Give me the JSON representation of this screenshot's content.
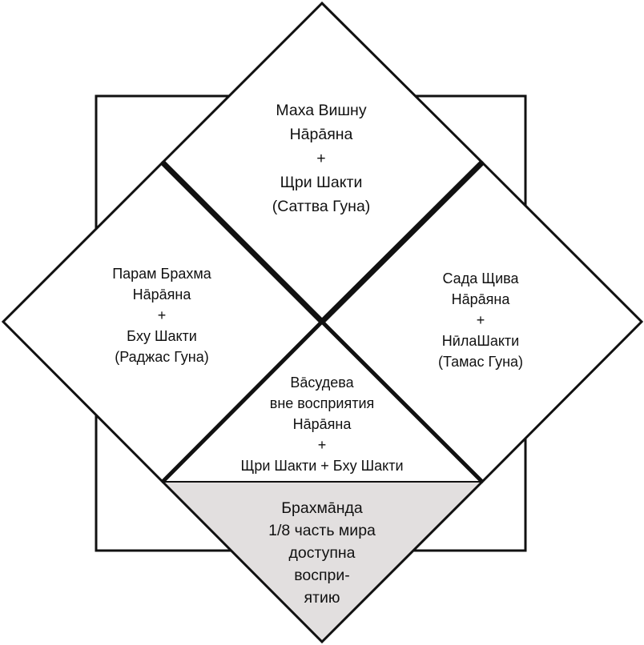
{
  "colors": {
    "stroke": "#111111",
    "background": "#ffffff",
    "brahmanda_fill": "#e2dfdf"
  },
  "regions": {
    "top": {
      "lines": [
        "Маха Вишну",
        "Нāрāяна",
        "+",
        "Щри Шакти",
        "(Саттва Гуна)"
      ]
    },
    "left": {
      "lines": [
        "Парам Брахма",
        "Нāрāяна",
        "+",
        "Бху Шакти",
        "(Раджас Гуна)"
      ]
    },
    "right": {
      "lines": [
        "Сада Щива",
        "Нāрāяна",
        "+",
        "НӣлаШакти",
        "(Тамас Гуна)"
      ]
    },
    "center": {
      "lines": [
        "Вāсудева",
        "вне восприятия",
        "Нāрāяна",
        "+",
        "Щри Шакти + Бху Шакти"
      ]
    },
    "bottom": {
      "lines": [
        "Брахмāнда",
        "1/8 часть мира",
        "доступна",
        "воспри-",
        "ятию"
      ]
    }
  }
}
